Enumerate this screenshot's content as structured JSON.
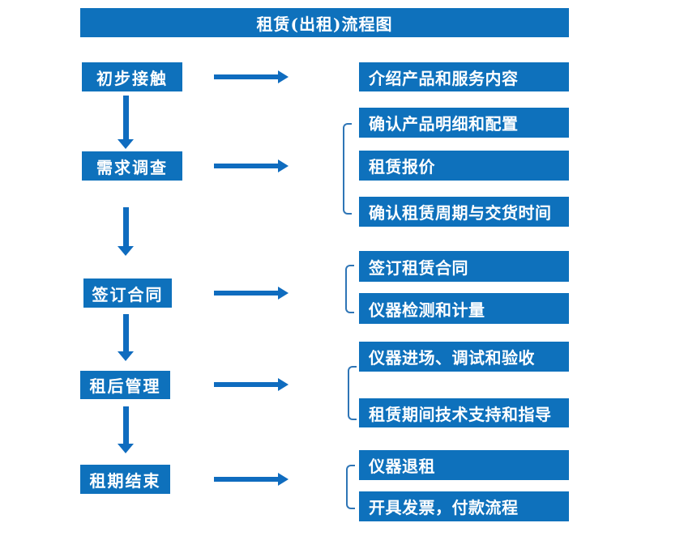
{
  "title": "租赁(出租)流程图",
  "colors": {
    "box_fill": "#0e71bc",
    "arrow": "#0f6cbf",
    "bracket": "#2e75b6",
    "text": "#ffffff",
    "background": "#ffffff"
  },
  "chart_type": "flowchart",
  "steps": [
    {
      "label": "初步接触",
      "details": [
        "介绍产品和服务内容"
      ]
    },
    {
      "label": "需求调查",
      "details": [
        "确认产品明细和配置",
        "租赁报价",
        "确认租赁周期与交货时间"
      ]
    },
    {
      "label": "签订合同",
      "details": [
        "签订租赁合同",
        "仪器检测和计量"
      ]
    },
    {
      "label": "租后管理",
      "details": [
        "仪器进场、调试和验收",
        "租赁期间技术支持和指导"
      ]
    },
    {
      "label": "租期结束",
      "details": [
        "仪器退租",
        "开具发票，付款流程"
      ]
    }
  ]
}
